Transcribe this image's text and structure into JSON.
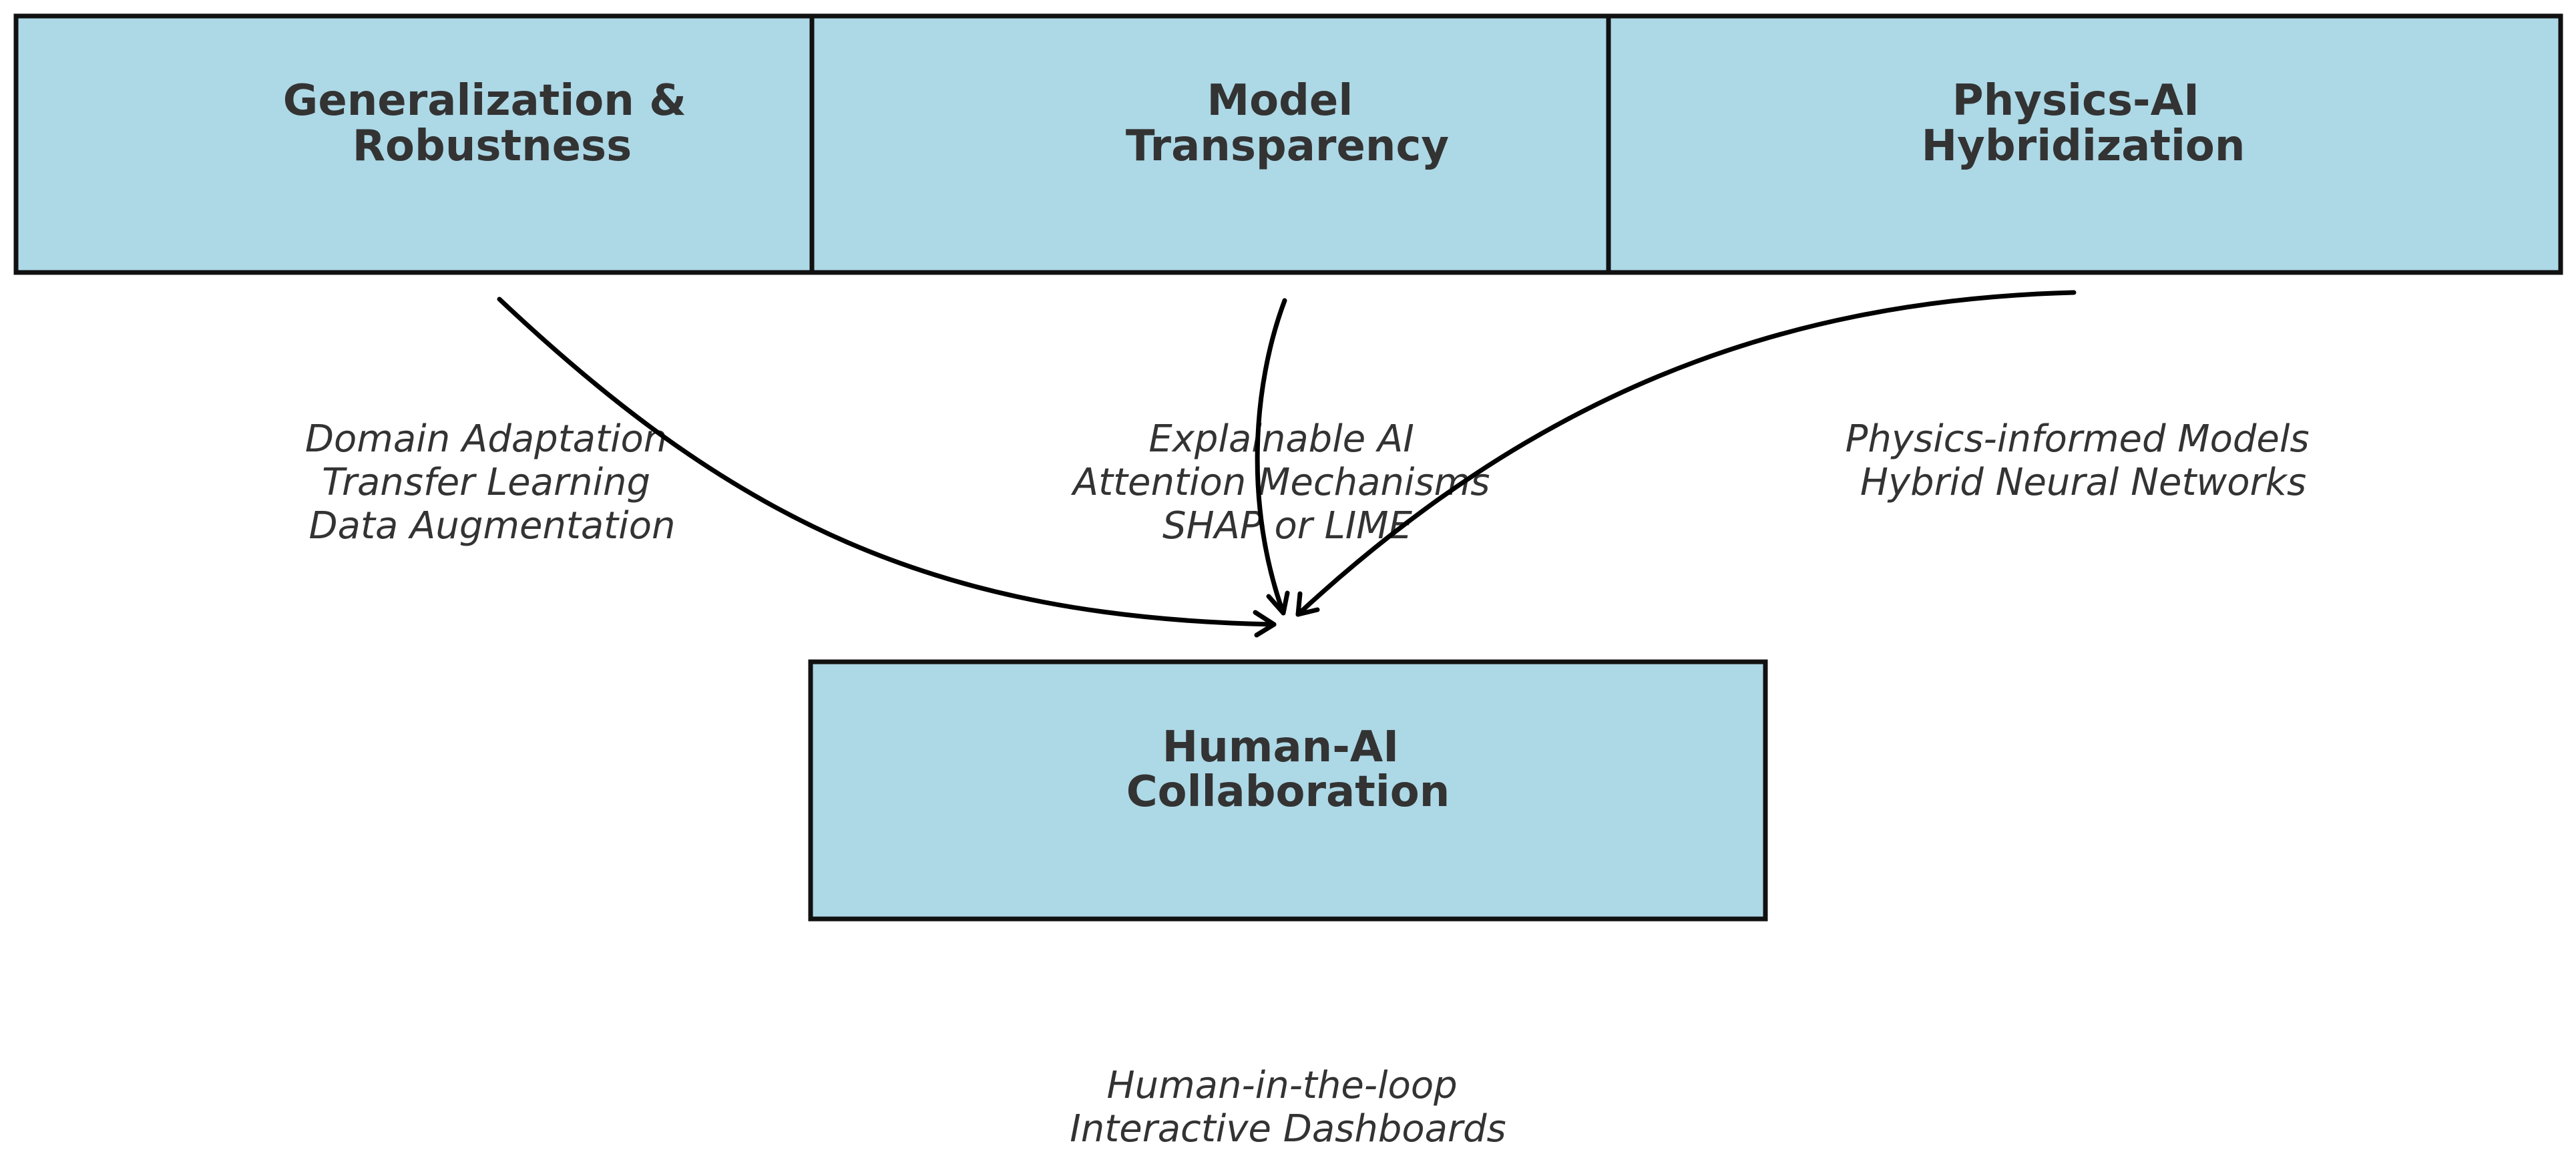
{
  "colors": {
    "box_fill": "#add8e6",
    "box_stroke": "#111111",
    "text": "#333333",
    "arrow": "#000000"
  },
  "diagram": {
    "top_boxes": [
      {
        "title_lines": [
          "Generalization &",
          "Robustness"
        ],
        "notes": [
          "Domain Adaptation",
          "Transfer Learning",
          "Data Augmentation"
        ]
      },
      {
        "title_lines": [
          "Model",
          "Transparency"
        ],
        "notes": [
          "Explainable AI",
          "Attention Mechanisms",
          "SHAP or LIME"
        ]
      },
      {
        "title_lines": [
          "Physics-AI",
          "Hybridization"
        ],
        "notes": [
          "Physics-informed Models",
          "Hybrid Neural Networks"
        ]
      }
    ],
    "bottom_box": {
      "title_lines": [
        "Human-AI",
        "Collaboration"
      ],
      "notes": [
        "Human-in-the-loop",
        "Interactive Dashboards"
      ]
    }
  }
}
